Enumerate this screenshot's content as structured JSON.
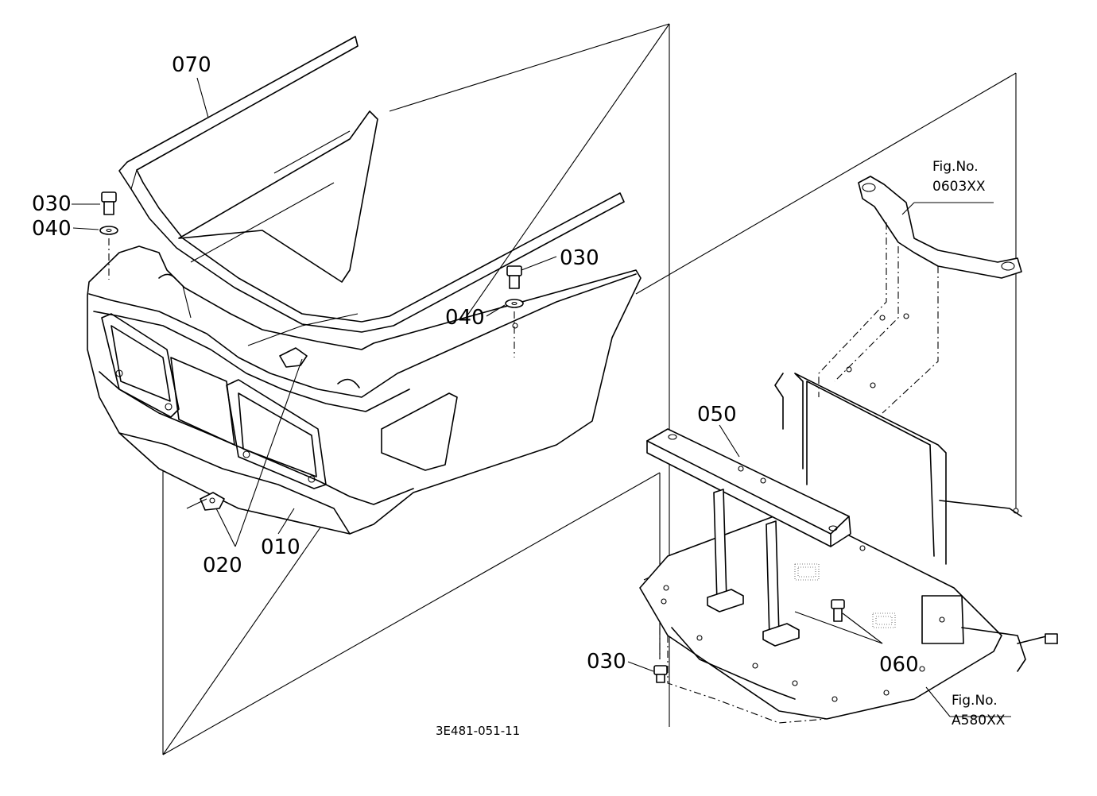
{
  "diagram": {
    "drawing_code": "3E481-051-11",
    "part_labels": {
      "p070": "070",
      "p030_left": "030",
      "p040_left": "040",
      "p030_mid": "030",
      "p040_mid": "040",
      "p050": "050",
      "p020": "020",
      "p010": "010",
      "p060": "060",
      "p030_bottom": "030"
    },
    "figure_refs": {
      "top": {
        "line1": "Fig.No.",
        "line2": "0603XX"
      },
      "bottom": {
        "line1": "Fig.No.",
        "line2": "A580XX"
      }
    }
  }
}
